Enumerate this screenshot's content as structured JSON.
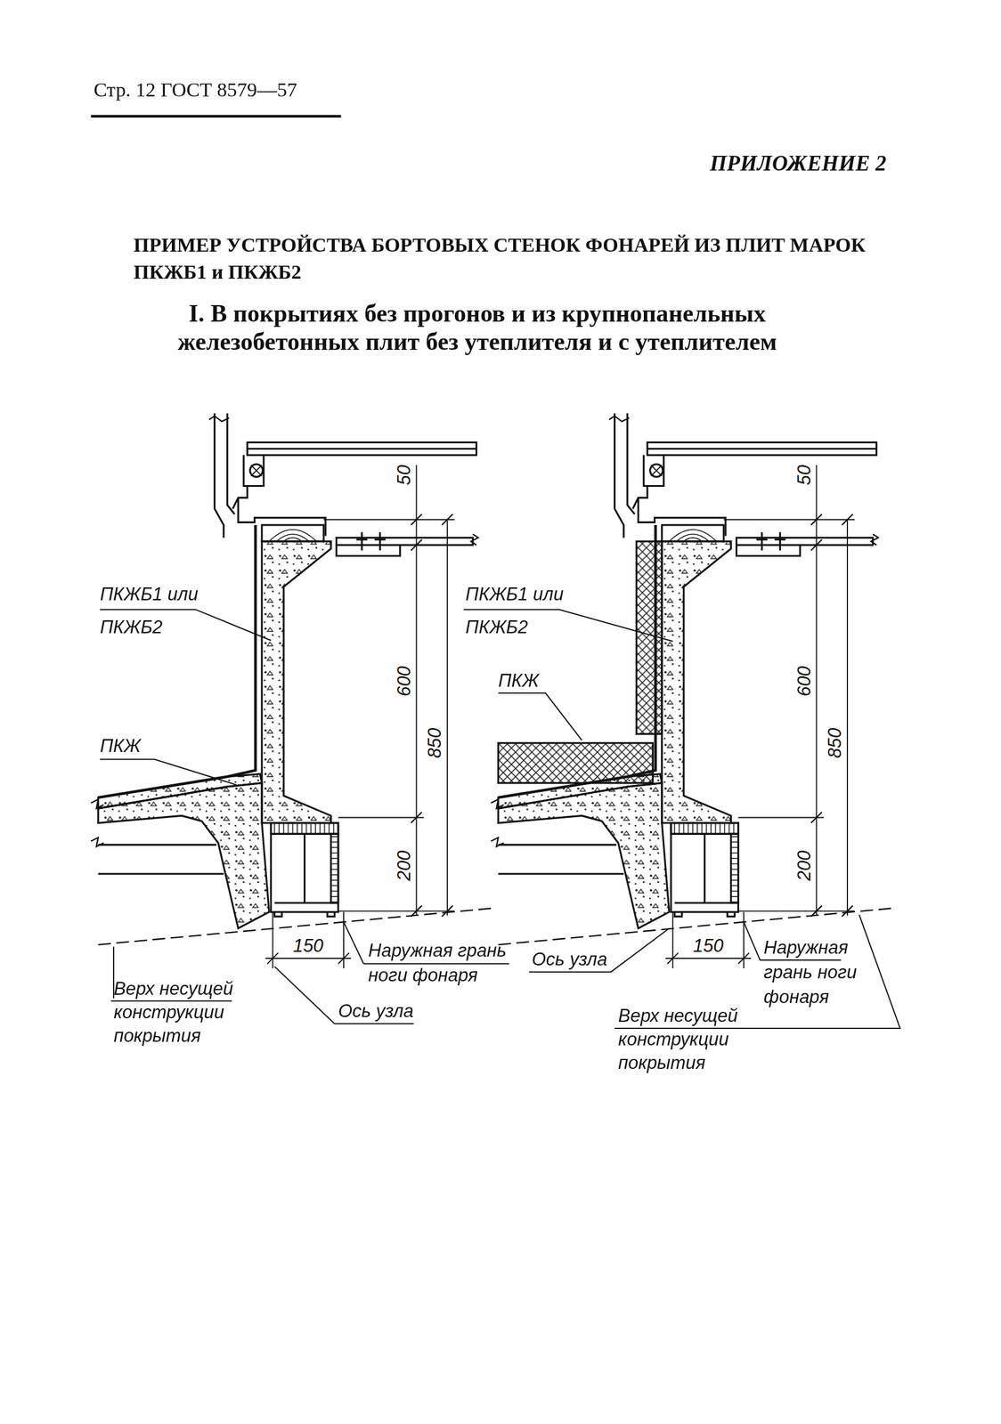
{
  "diagram": {
    "title": "ПРИМЕР УСТРОЙСТВА БОРТОВЫХ СТЕНОК ФОНАРЕЙ ИЗ ПЛИТ МАРОК ПКЖБ1 и ПКЖБ2",
    "labels": [
      "Стр. 12 ГОСТ 8579—57",
      "ПРИЛОЖЕНИЕ 2",
      "I. В покрытиях без прогонов и из крупнопанельных железобетонных плит без утеплителя и с утеплителем",
      "ПКЖБ1 или ПКЖБ2",
      "ПКЖ",
      "50",
      "600",
      "850",
      "200",
      "150",
      "Наружная грань ноги фонаря",
      "Верх несущей конструкции покрытия",
      "Ось узла",
      "ПКЖБ1 или ПКЖБ2",
      "ПКЖ",
      "50",
      "600",
      "850",
      "200",
      "150",
      "Ось узла",
      "Наружная грань ноги фонаря",
      "Верх несущей конструкции покрытия"
    ]
  }
}
